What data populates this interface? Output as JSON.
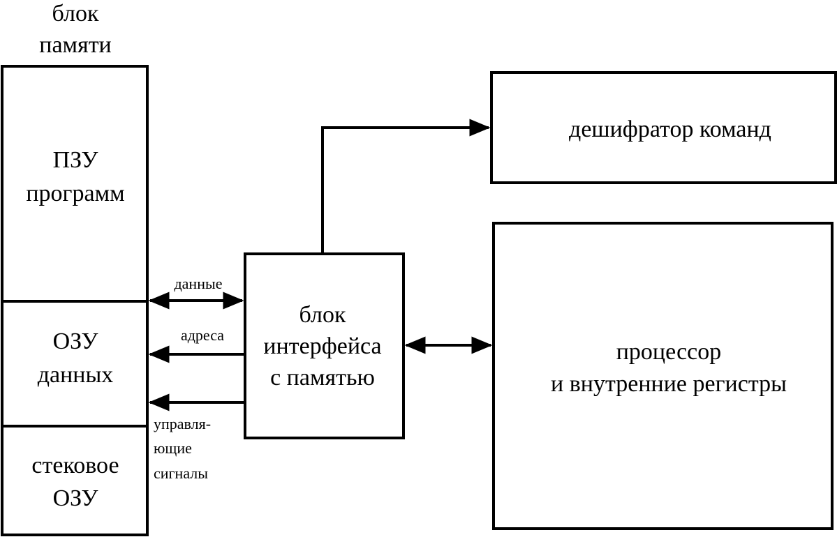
{
  "memory_block": {
    "title_line1": "блок",
    "title_line2": "памяти",
    "rom": {
      "line1": "ПЗУ",
      "line2": "программ"
    },
    "ram": {
      "line1": "ОЗУ",
      "line2": "данных"
    },
    "stack": {
      "line1": "стековое",
      "line2": "ОЗУ"
    }
  },
  "interface_block": {
    "line1": "блок",
    "line2": "интерфейса",
    "line3": "с памятью"
  },
  "decoder": {
    "label": "дешифратор команд"
  },
  "processor": {
    "line1": "процессор",
    "line2": "и внутренние регистры"
  },
  "signals": {
    "data": "данные",
    "address": "адреса",
    "control_line1": "управля-",
    "control_line2": "ющие",
    "control_line3": "сигналы"
  }
}
